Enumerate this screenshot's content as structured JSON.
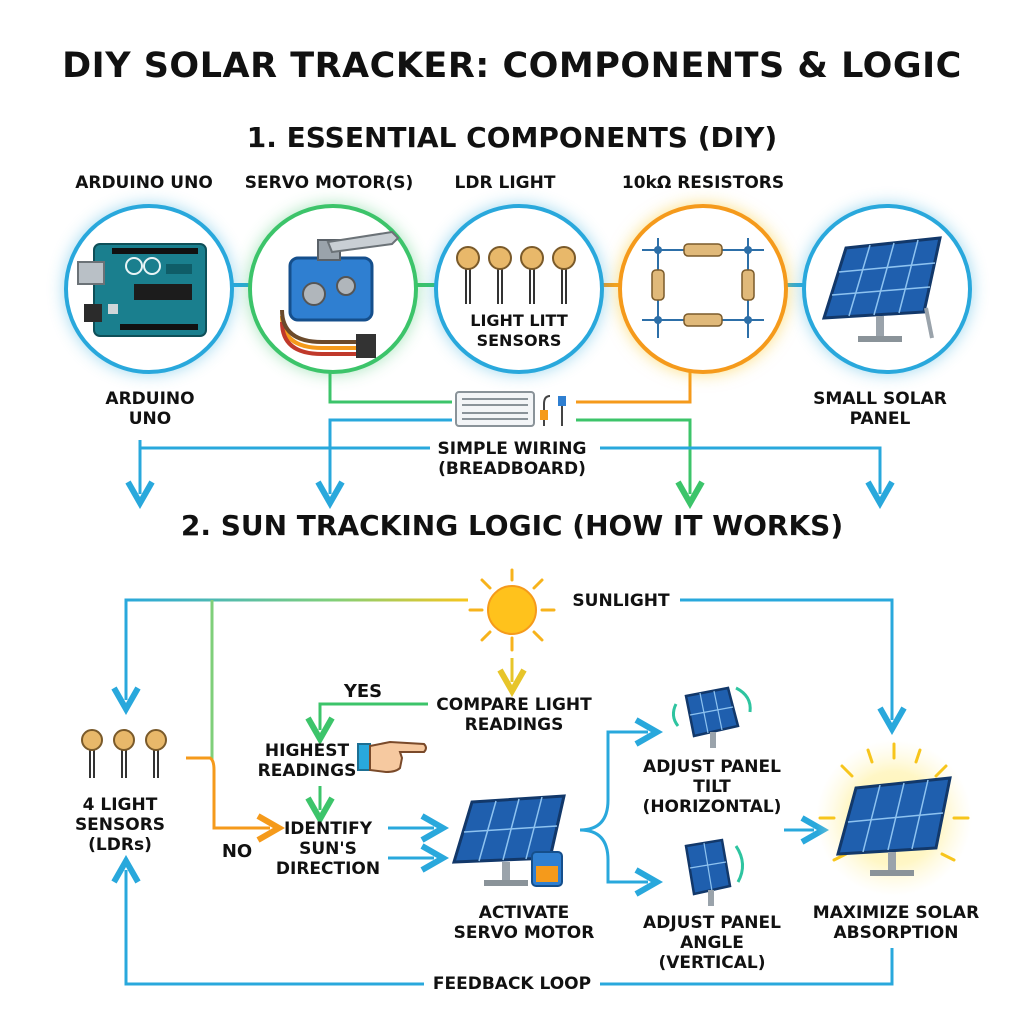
{
  "title": "DIY SOLAR TRACKER: COMPONENTS & LOGIC",
  "section1": "1. ESSENTIAL COMPONENTS (DIY)",
  "section2": "2.  SUN TRACKING LOGIC (HOW IT WORKS)",
  "components": {
    "arduino_top": "ARDUINO UNO",
    "servo_top": "SERVO MOTOR(S)",
    "ldr_top": "LDR LIGHT",
    "resistor_top": "10kΩ RESISTORS",
    "ldr_inner_1": "LIGHT LITT",
    "ldr_inner_2": "SENSORS",
    "arduino_bottom_1": "ARDUINO",
    "arduino_bottom_2": "UNO",
    "panel_bottom_1": "SMALL SOLAR",
    "panel_bottom_2": "PANEL",
    "wiring_1": "SIMPLE WIRING",
    "wiring_2": "(BREADBOARD)"
  },
  "logic": {
    "sunlight": "SUNLIGHT",
    "compare_1": "COMPARE LIGHT",
    "compare_2": "READINGS",
    "yes": "YES",
    "no": "NO",
    "highest_1": "HIGHEST",
    "highest_2": "READINGS",
    "sensors_1": "4 LIGHT",
    "sensors_2": "SENSORS",
    "sensors_3": "(LDRs)",
    "identify_1": "IDENTIFY",
    "identify_2": "SUN'S",
    "identify_3": "DIRECTION",
    "activate_1": "ACTIVATE",
    "activate_2": "SERVO MOTOR",
    "tilt_1": "ADJUST PANEL",
    "tilt_2": "TILT",
    "tilt_3": "(HORIZONTAL)",
    "angle_1": "ADJUST PANEL",
    "angle_2": "ANGLE",
    "angle_3": "(VERTICAL)",
    "maximize_1": "MAXIMIZE SOLAR",
    "maximize_2": "ABSORPTION",
    "feedback": "FEEDBACK LOOP"
  },
  "colors": {
    "blue": "#29a8dc",
    "green": "#3cc46a",
    "orange": "#f59a1b",
    "yellow": "#f7c51c",
    "board": "#1a7f8e",
    "panel": "#1f5fae"
  }
}
